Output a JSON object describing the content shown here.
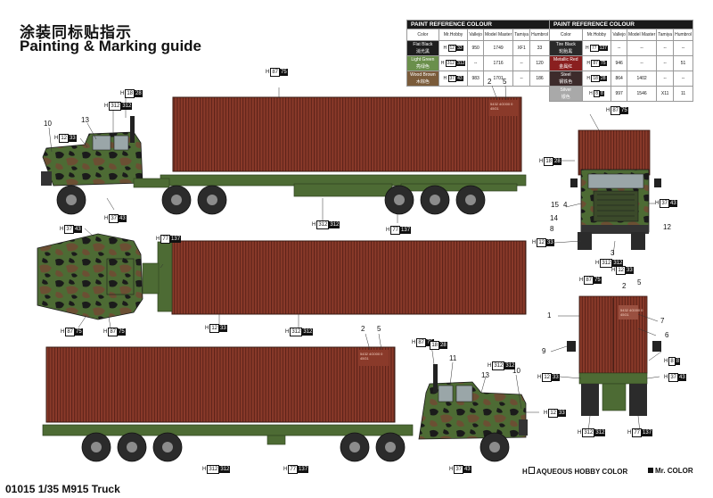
{
  "header": {
    "title_cn": "涂装同标贴指示",
    "title_en": "Painting & Marking guide"
  },
  "paint_reference": {
    "left": {
      "title": "PAINT REFERENCE COLOUR",
      "columns": [
        "Color",
        "Mr.Hobby",
        "Vallejo",
        "Model Master",
        "Tamiya",
        "Humbrol"
      ],
      "rows": [
        {
          "color": "Flat Black",
          "color_cn": "消光黑",
          "swatch": "#1e1e1e",
          "hobby_letter": "H",
          "hobby_a": "12",
          "hobby_b": "33",
          "vallejo": "950",
          "model_master": "1749",
          "tamiya": "XF1",
          "humbrol": "33"
        },
        {
          "color": "Light Green",
          "color_cn": "亮绿色",
          "swatch": "#6a8f4b",
          "hobby_letter": "H",
          "hobby_a": "312",
          "hobby_b": "312",
          "vallejo": "--",
          "model_master": "1716",
          "tamiya": "--",
          "humbrol": "120"
        },
        {
          "color": "Wood Brown",
          "color_cn": "木棕色",
          "swatch": "#7a5b3a",
          "hobby_letter": "H",
          "hobby_a": "37",
          "hobby_b": "43",
          "vallejo": "983",
          "model_master": "1701",
          "tamiya": "--",
          "humbrol": "186"
        }
      ]
    },
    "right": {
      "title": "PAINT REFERENCE COLOUR",
      "columns": [
        "Color",
        "Mr.Hobby",
        "Vallejo",
        "Model Master",
        "Tamiya",
        "Humbrol"
      ],
      "rows": [
        {
          "color": "Tire Black",
          "color_cn": "轮胎黑",
          "swatch": "#2a2a2a",
          "hobby_letter": "H",
          "hobby_a": "77",
          "hobby_b": "137",
          "vallejo": "--",
          "model_master": "--",
          "tamiya": "--",
          "humbrol": "--"
        },
        {
          "color": "Metallic Red",
          "color_cn": "金属红",
          "swatch": "#8a1f1f",
          "hobby_letter": "H",
          "hobby_a": "87",
          "hobby_b": "75",
          "vallejo": "946",
          "model_master": "--",
          "tamiya": "--",
          "humbrol": "51"
        },
        {
          "color": "Steel",
          "color_cn": "钢铁色",
          "swatch": "#3d2b2b",
          "hobby_letter": "H",
          "hobby_a": "18",
          "hobby_b": "28",
          "vallejo": "864",
          "model_master": "1402",
          "tamiya": "--",
          "humbrol": "--"
        },
        {
          "color": "Silver",
          "color_cn": "银色",
          "swatch": "#a9a9a9",
          "hobby_letter": "H",
          "hobby_a": "8",
          "hobby_b": "8",
          "vallejo": "997",
          "model_master": "1546",
          "tamiya": "X11",
          "humbrol": "11"
        }
      ]
    }
  },
  "callouts": [
    {
      "id": "c1",
      "h": "H",
      "a": "87",
      "b": "75"
    },
    {
      "id": "c2",
      "h": "H",
      "a": "18",
      "b": "28"
    },
    {
      "id": "c3",
      "h": "H",
      "a": "312",
      "b": "312"
    },
    {
      "id": "c4",
      "h": "H",
      "a": "12",
      "b": "33"
    },
    {
      "id": "c5",
      "h": "H",
      "a": "37",
      "b": "43"
    },
    {
      "id": "c6",
      "h": "H",
      "a": "312",
      "b": "312"
    },
    {
      "id": "c7",
      "h": "H",
      "a": "77",
      "b": "137"
    },
    {
      "id": "c8",
      "h": "H",
      "a": "87",
      "b": "75"
    },
    {
      "id": "c9",
      "h": "H",
      "a": "18",
      "b": "28"
    },
    {
      "id": "c10",
      "h": "H",
      "a": "37",
      "b": "43"
    },
    {
      "id": "c11",
      "h": "H",
      "a": "12",
      "b": "33"
    },
    {
      "id": "c12",
      "h": "H",
      "a": "312",
      "b": "312"
    },
    {
      "id": "c13",
      "h": "H",
      "a": "12",
      "b": "33"
    },
    {
      "id": "c14",
      "h": "H",
      "a": "37",
      "b": "43"
    },
    {
      "id": "c15",
      "h": "H",
      "a": "87",
      "b": "75"
    },
    {
      "id": "c16",
      "h": "H",
      "a": "87",
      "b": "75"
    },
    {
      "id": "c17",
      "h": "H",
      "a": "77",
      "b": "137"
    },
    {
      "id": "c18",
      "h": "H",
      "a": "12",
      "b": "33"
    },
    {
      "id": "c19",
      "h": "H",
      "a": "312",
      "b": "312"
    },
    {
      "id": "c20",
      "h": "H",
      "a": "87",
      "b": "75"
    },
    {
      "id": "c21",
      "h": "H",
      "a": "8",
      "b": "8"
    },
    {
      "id": "c22",
      "h": "H",
      "a": "12",
      "b": "33"
    },
    {
      "id": "c23",
      "h": "H",
      "a": "37",
      "b": "43"
    },
    {
      "id": "c24",
      "h": "H",
      "a": "312",
      "b": "312"
    },
    {
      "id": "c25",
      "h": "H",
      "a": "77",
      "b": "137"
    },
    {
      "id": "c26",
      "h": "H",
      "a": "87",
      "b": "75"
    },
    {
      "id": "c27",
      "h": "H",
      "a": "18",
      "b": "28"
    },
    {
      "id": "c28",
      "h": "H",
      "a": "312",
      "b": "312"
    },
    {
      "id": "c29",
      "h": "H",
      "a": "12",
      "b": "33"
    },
    {
      "id": "c30",
      "h": "H",
      "a": "312",
      "b": "312"
    },
    {
      "id": "c31",
      "h": "H",
      "a": "77",
      "b": "137"
    },
    {
      "id": "c32",
      "h": "H",
      "a": "37",
      "b": "43"
    },
    {
      "id": "c33",
      "h": "H",
      "a": "12",
      "b": "33"
    },
    {
      "id": "c34",
      "h": "H",
      "a": "312",
      "b": "312"
    },
    {
      "id": "c35",
      "h": "H",
      "a": "77",
      "b": "137"
    }
  ],
  "part_numbers": {
    "top_10": "10",
    "top_13": "13",
    "top_2": "2",
    "top_5": "5",
    "front_15": "15",
    "front_4": "4",
    "front_14": "14",
    "front_8": "8",
    "front_12": "12",
    "front_3": "3",
    "rear_2": "2",
    "rear_5": "5",
    "rear_1": "1",
    "rear_7": "7",
    "rear_6": "6",
    "rear_9": "9",
    "bot_2": "2",
    "bot_5": "5",
    "bot_11": "11",
    "bot_13": "13",
    "bot_10": "10"
  },
  "container_marks": {
    "code_a": "5432",
    "code_b": "4G000 0",
    "code_c": "45G1"
  },
  "legend": {
    "aqueous_prefix": "H",
    "aqueous_label": "AQUEOUS HOBBY COLOR",
    "mr_label": "Mr. COLOR"
  },
  "footer": {
    "code": "01015 1/35 M915 Truck"
  },
  "colors": {
    "container": "#8a3a2a",
    "container_dark": "#5c2218",
    "olive": "#4d6b34",
    "olive_light": "#6f8f4a",
    "camo_brown": "#6b4f33",
    "camo_black": "#1b1b1b",
    "tire": "#2b2b2b",
    "hub": "#8c8c8c"
  }
}
